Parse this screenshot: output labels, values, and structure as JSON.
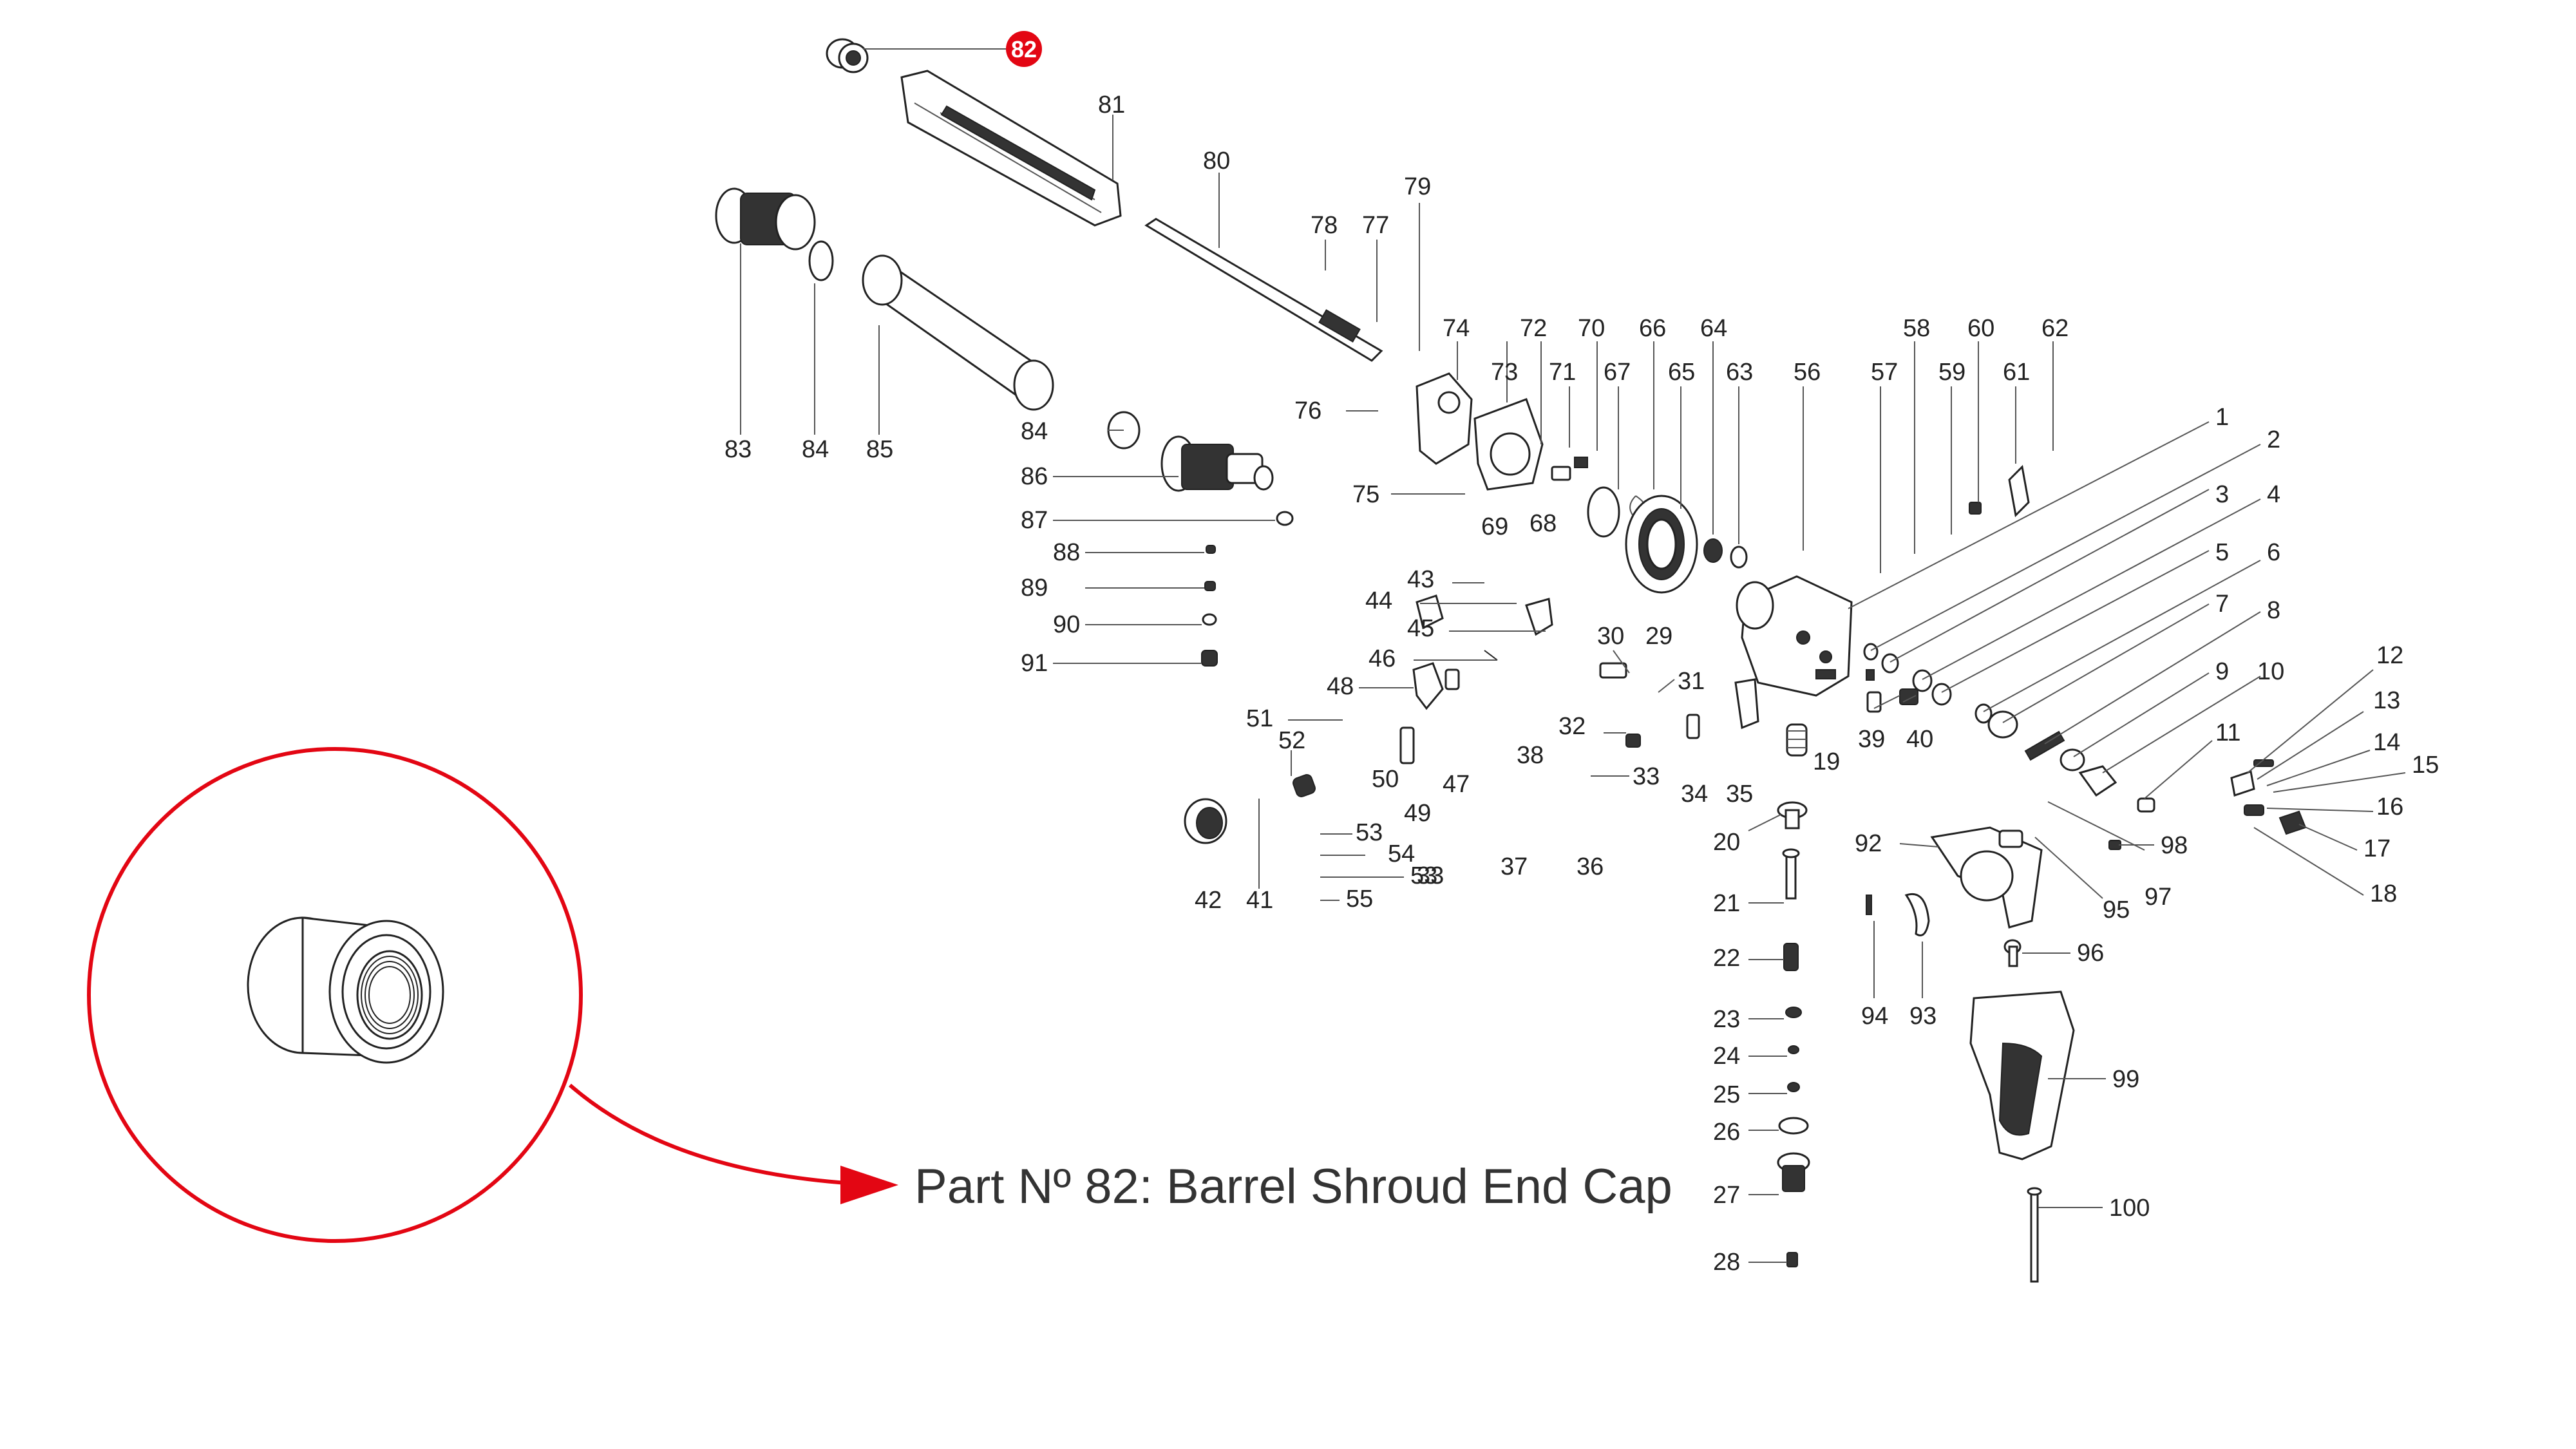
{
  "highlight": {
    "part_number": "82",
    "caption": "Part Nº 82: Barrel Shroud End Cap",
    "accent_color": "#e30613"
  },
  "callouts": [
    "1",
    "2",
    "3",
    "4",
    "5",
    "6",
    "7",
    "8",
    "9",
    "10",
    "11",
    "12",
    "13",
    "14",
    "15",
    "16",
    "17",
    "18",
    "19",
    "20",
    "21",
    "22",
    "23",
    "24",
    "25",
    "26",
    "27",
    "28",
    "29",
    "30",
    "31",
    "32",
    "33",
    "33",
    "34",
    "35",
    "36",
    "37",
    "38",
    "39",
    "40",
    "41",
    "42",
    "43",
    "44",
    "45",
    "46",
    "47",
    "48",
    "49",
    "50",
    "51",
    "52",
    "53",
    "53",
    "54",
    "55",
    "56",
    "57",
    "58",
    "59",
    "60",
    "61",
    "62",
    "63",
    "64",
    "65",
    "66",
    "67",
    "68",
    "69",
    "70",
    "71",
    "72",
    "73",
    "74",
    "75",
    "76",
    "77",
    "78",
    "79",
    "80",
    "81",
    "83",
    "84",
    "84",
    "85",
    "86",
    "87",
    "88",
    "89",
    "90",
    "91",
    "92",
    "93",
    "94",
    "95",
    "96",
    "97",
    "98",
    "99",
    "100"
  ]
}
